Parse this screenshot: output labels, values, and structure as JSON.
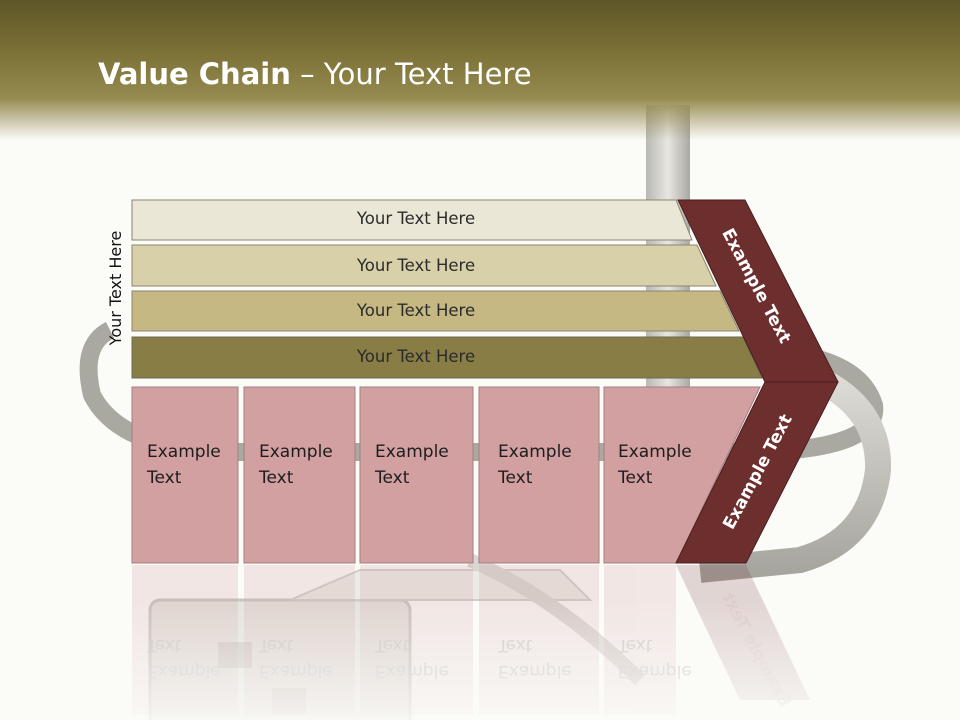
{
  "title": {
    "bold": "Value Chain",
    "rest": " – Your Text Here"
  },
  "side_label": "Your Text Here",
  "bars": [
    {
      "label": "Your Text Here",
      "color": "#ebe7d6"
    },
    {
      "label": "Your Text Here",
      "color": "#d8d0a8"
    },
    {
      "label": "Your Text Here",
      "color": "#c5b882"
    },
    {
      "label": "Your Text Here",
      "color": "#877d45"
    }
  ],
  "cells": [
    {
      "label": "Example\nText"
    },
    {
      "label": "Example\nText"
    },
    {
      "label": "Example\nText"
    },
    {
      "label": "Example\nText"
    },
    {
      "label": "Example\nText"
    }
  ],
  "chevrons": {
    "upper": "Example Text",
    "lower": "Example Text",
    "color": "#6d2e2e"
  },
  "colors": {
    "header": "#6d6430",
    "cell_fill": "#d2a0a1",
    "cell_border": "#a37f80"
  },
  "background_image": "usb-flash-drive"
}
